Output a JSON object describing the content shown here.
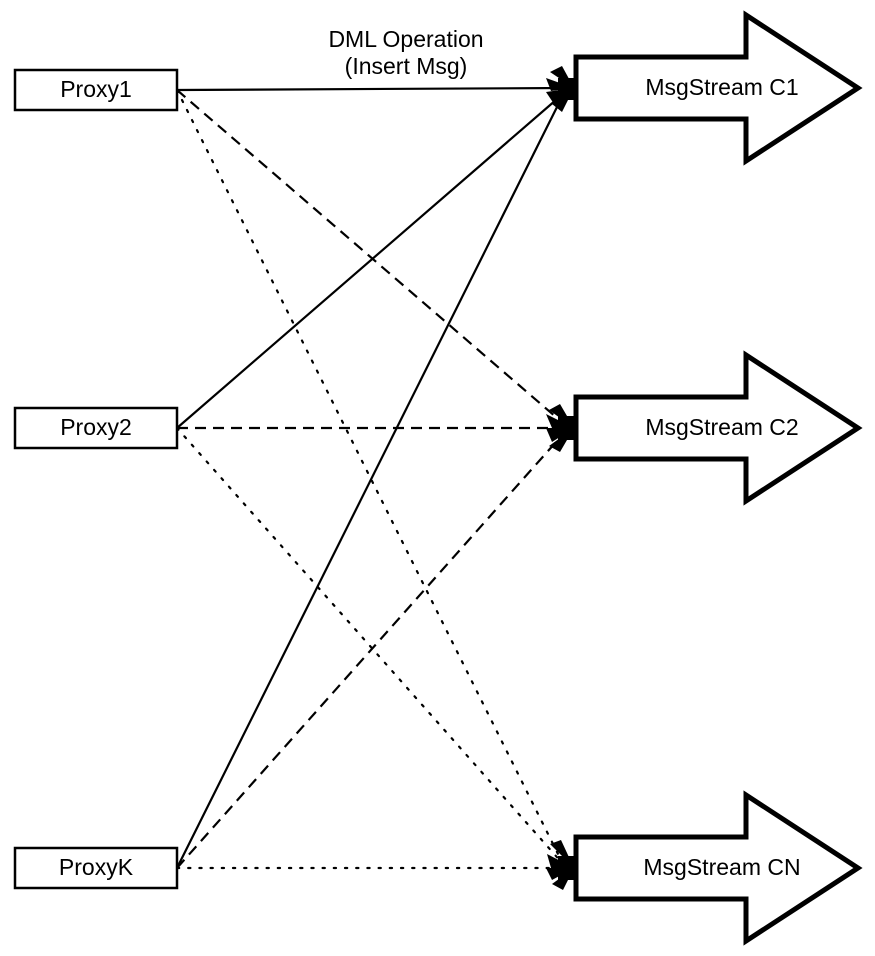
{
  "diagram": {
    "title": "Proxy to MsgStream fan-out",
    "background_color": "#ffffff",
    "stroke_color": "#000000",
    "edge_label": {
      "line1": "DML Operation",
      "line2": "(Insert Msg)"
    },
    "proxies": [
      {
        "id": "proxy1",
        "label": "Proxy1"
      },
      {
        "id": "proxy2",
        "label": "Proxy2"
      },
      {
        "id": "proxyK",
        "label": "ProxyK"
      }
    ],
    "streams": [
      {
        "id": "c1",
        "label": "MsgStream C1"
      },
      {
        "id": "c2",
        "label": "MsgStream C2"
      },
      {
        "id": "cn",
        "label": "MsgStream CN"
      }
    ],
    "edges": [
      {
        "from": "Proxy1",
        "to": "MsgStream C1",
        "style": "solid"
      },
      {
        "from": "Proxy1",
        "to": "MsgStream C2",
        "style": "dashed"
      },
      {
        "from": "Proxy1",
        "to": "MsgStream CN",
        "style": "dotted"
      },
      {
        "from": "Proxy2",
        "to": "MsgStream C1",
        "style": "solid"
      },
      {
        "from": "Proxy2",
        "to": "MsgStream C2",
        "style": "dashed"
      },
      {
        "from": "Proxy2",
        "to": "MsgStream CN",
        "style": "dotted"
      },
      {
        "from": "ProxyK",
        "to": "MsgStream C1",
        "style": "solid"
      },
      {
        "from": "ProxyK",
        "to": "MsgStream C2",
        "style": "dashed"
      },
      {
        "from": "ProxyK",
        "to": "MsgStream CN",
        "style": "dotted"
      }
    ]
  }
}
